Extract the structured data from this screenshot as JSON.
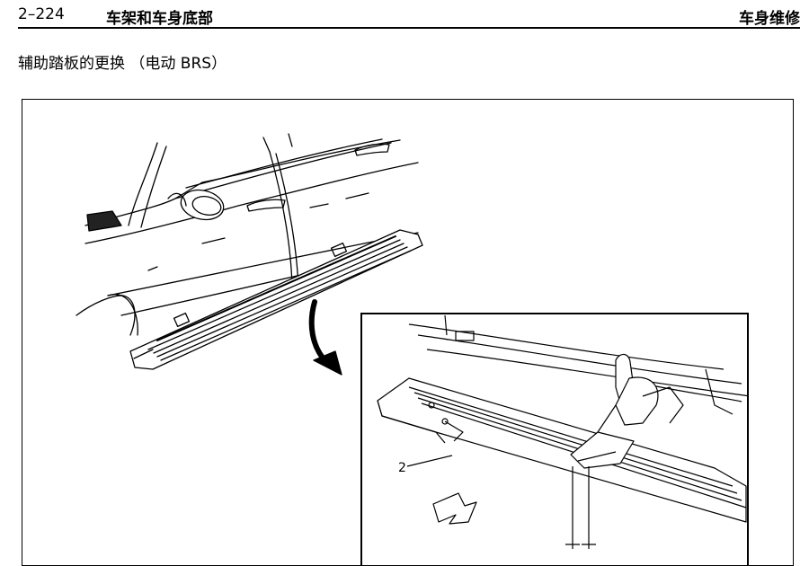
{
  "header": {
    "page_number": "2–224",
    "chapter": "车架和车身底部",
    "section": "车身维修"
  },
  "title": "辅助踏板的更换 （电动 BRS）",
  "figure": {
    "callout_label": "2"
  }
}
